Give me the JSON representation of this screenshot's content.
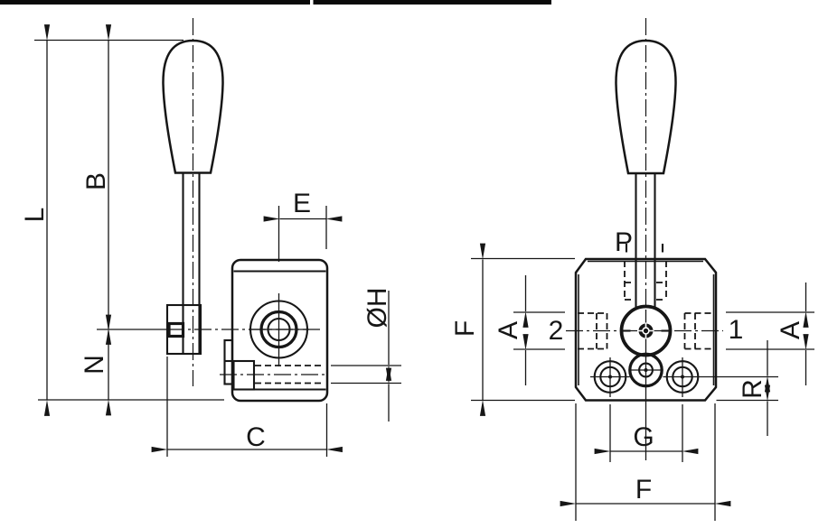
{
  "drawing": {
    "description": "Two-view dimensioned technical drawing of a hand-lever operated valve",
    "colors": {
      "line": "#161616",
      "background": "#ffffff"
    },
    "labels": {
      "L": "L",
      "B": "B",
      "E": "E",
      "N": "N",
      "C": "C",
      "phi_h": "ØH",
      "P": "P",
      "F_left": "F",
      "A_left": "A",
      "port_2": "2",
      "port_1": "1",
      "A_right": "A",
      "R": "R",
      "G": "G",
      "F_bottom": "F"
    }
  }
}
